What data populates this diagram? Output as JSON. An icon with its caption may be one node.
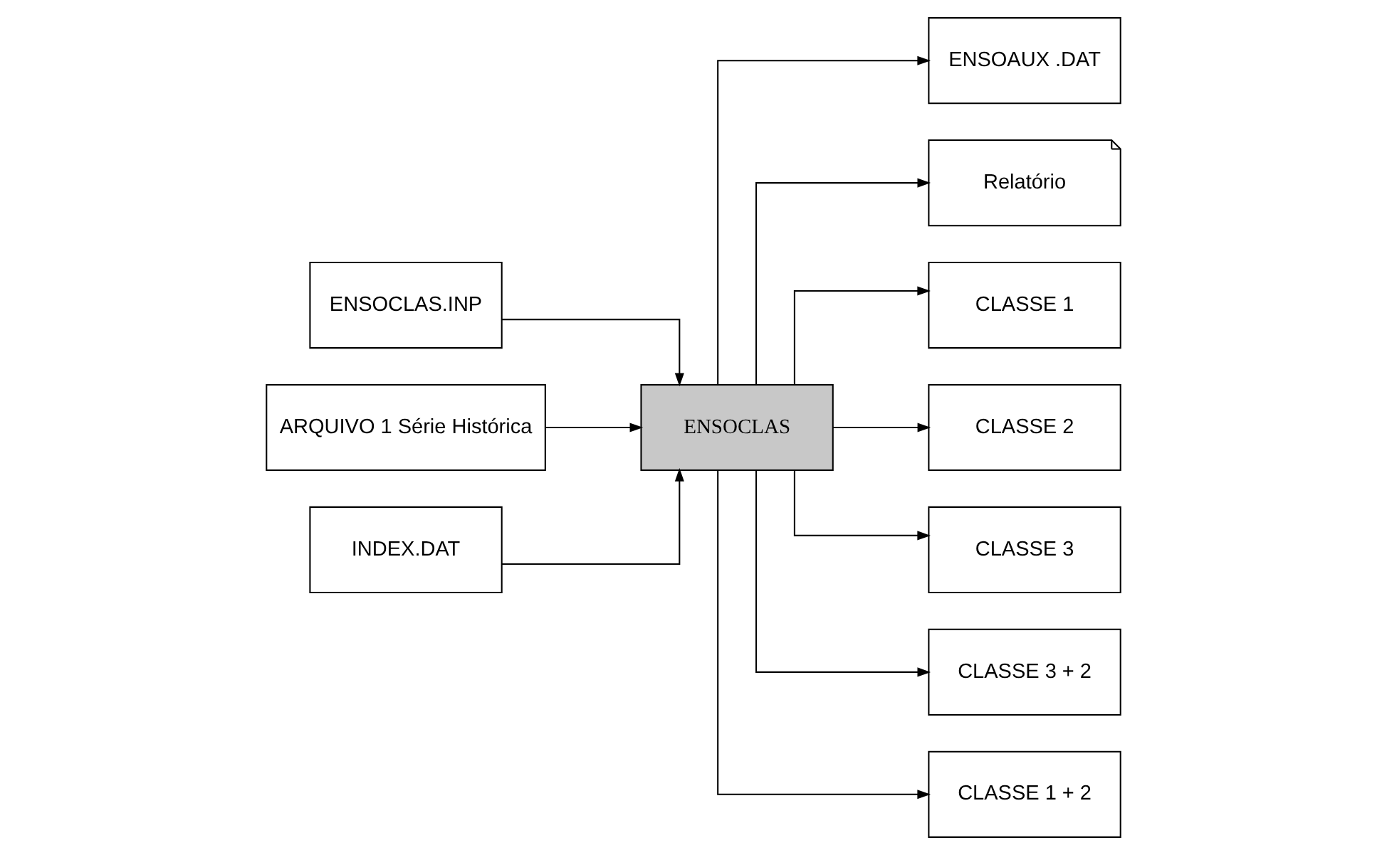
{
  "diagram": {
    "nodes": [
      {
        "text": [
          "ENSOCLAS.INP"
        ]
      },
      {
        "text": [
          "ARQUIVO 1 Série Histórica"
        ]
      },
      {
        "text": [
          "ENSOCLAS"
        ]
      },
      {
        "text": [
          "INDEX.DAT"
        ]
      },
      {
        "text": [
          "ENSOAUX .DAT"
        ]
      },
      {
        "text": [
          "Relatório"
        ]
      },
      {
        "text": [
          "CLASSE 1"
        ]
      },
      {
        "text": [
          "CLASSE 2"
        ]
      },
      {
        "text": [
          "CLASSE 3"
        ]
      },
      {
        "text": [
          "CLASSE 3 + 2"
        ]
      },
      {
        "text": [
          "CLASSE 1 + 2"
        ]
      }
    ],
    "edges": [
      {
        "from": 0,
        "to": 2,
        "arrow": "to"
      },
      {
        "from": 1,
        "to": 2,
        "arrow": "to"
      },
      {
        "from": 3,
        "to": 2,
        "arrow": "to"
      },
      {
        "from": 2,
        "to": 5,
        "arrow": "to"
      },
      {
        "from": 2,
        "to": 4,
        "arrow": "to"
      },
      {
        "from": 2,
        "to": 6,
        "arrow": "to"
      },
      {
        "from": 2,
        "to": 7,
        "arrow": "to"
      },
      {
        "from": 2,
        "to": 8,
        "arrow": "to"
      },
      {
        "from": 2,
        "to": 9,
        "arrow": "to"
      },
      {
        "from": 2,
        "to": 10,
        "arrow": "to"
      }
    ]
  }
}
